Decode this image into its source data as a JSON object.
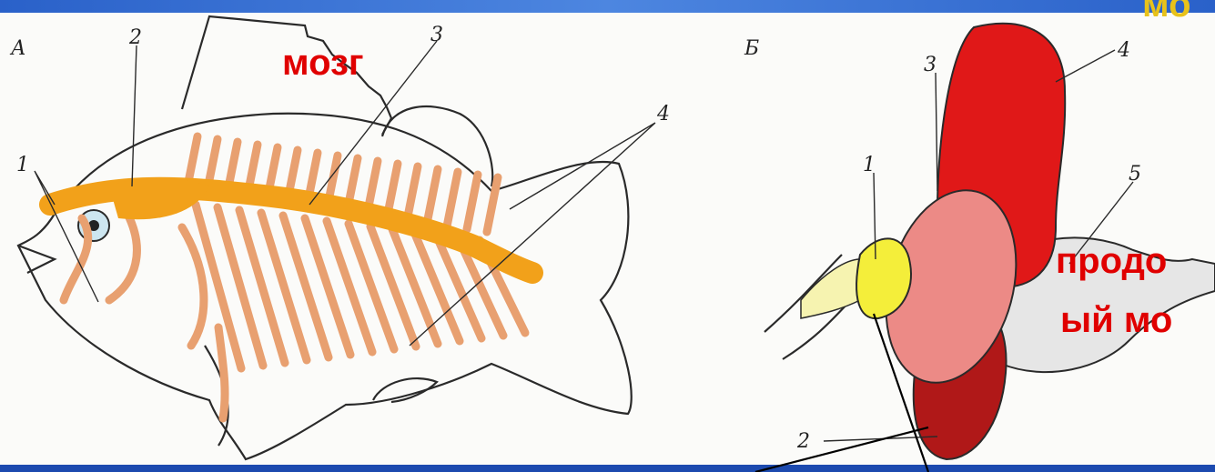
{
  "panels": {
    "left_letter": "А",
    "right_letter": "Б"
  },
  "fish_numbers": [
    "1",
    "2",
    "3",
    "4"
  ],
  "brain_numbers": [
    "1",
    "2",
    "3",
    "4",
    "5"
  ],
  "labels": {
    "brain": "мозг",
    "medulla_line1": "продо",
    "medulla_line2": "ый мо",
    "top_right_partial": "мо"
  },
  "colors": {
    "spine": "#f2a11a",
    "nerve": "#e8a070",
    "olfactory_lobe": "#f4ee3a",
    "forebrain": "#ec8a86",
    "midbrain_optic_lobe": "#e01818",
    "cerebellum": "#b01818",
    "medulla": "#e6e6e6",
    "label_red": "#e00000",
    "background_blue": "#1f4fb8"
  }
}
